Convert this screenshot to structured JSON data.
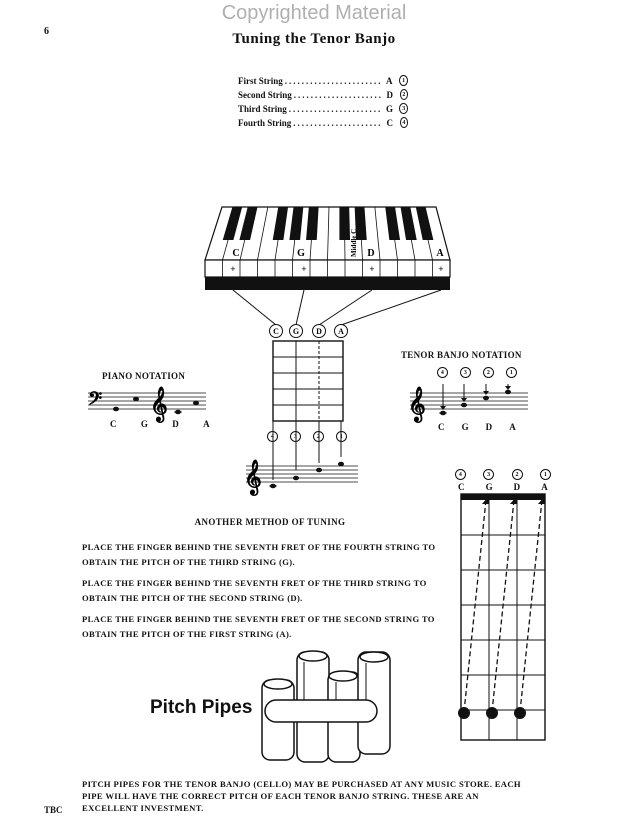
{
  "watermark": "Copyrighted Material",
  "page_number": "6",
  "title": "Tuning the Tenor Banjo",
  "tuning": [
    {
      "name": "First String",
      "note": "A",
      "num": "1"
    },
    {
      "name": "Second String",
      "note": "D",
      "num": "2"
    },
    {
      "name": "Third String",
      "note": "G",
      "num": "3"
    },
    {
      "name": "Fourth String",
      "note": "C",
      "num": "4"
    }
  ],
  "keyboard": {
    "labels": [
      "C",
      "G",
      "D",
      "A"
    ],
    "middle_c": "Middle C"
  },
  "connectors": [
    "C",
    "G",
    "D",
    "A"
  ],
  "piano_notation": {
    "title": "PIANO NOTATION",
    "notes": [
      "C",
      "G",
      "D",
      "A"
    ]
  },
  "tenor_notation": {
    "title": "TENOR BANJO NOTATION",
    "nums": [
      "4",
      "3",
      "2",
      "1"
    ],
    "notes": [
      "C",
      "G",
      "D",
      "A"
    ]
  },
  "center_staff": {
    "nums": [
      "4",
      "3",
      "2",
      "1"
    ]
  },
  "fretboard_right": {
    "nums": [
      "4",
      "3",
      "2",
      "1"
    ],
    "notes": [
      "C",
      "G",
      "D",
      "A"
    ]
  },
  "another_method": {
    "title": "ANOTHER METHOD OF TUNING",
    "paragraphs": [
      "PLACE THE FINGER BEHIND THE SEVENTH FRET OF THE FOURTH STRING TO OBTAIN THE PITCH OF THE THIRD STRING (G).",
      "PLACE THE FINGER BEHIND THE SEVENTH FRET OF THE THIRD STRING TO OBTAIN THE PITCH OF THE SECOND STRING (D).",
      "PLACE THE FINGER BEHIND THE SEVENTH FRET OF THE SECOND STRING TO OBTAIN THE PITCH OF THE FIRST STRING (A)."
    ]
  },
  "pitch_pipes": {
    "title": "Pitch Pipes",
    "text": "PITCH PIPES FOR THE TENOR BANJO (CELLO) MAY BE PURCHASED AT ANY MUSIC STORE. EACH PIPE WILL HAVE THE CORRECT PITCH OF EACH TENOR BANJO STRING. THESE ARE AN EXCELLENT INVESTMENT."
  },
  "footer_code": "TBC"
}
